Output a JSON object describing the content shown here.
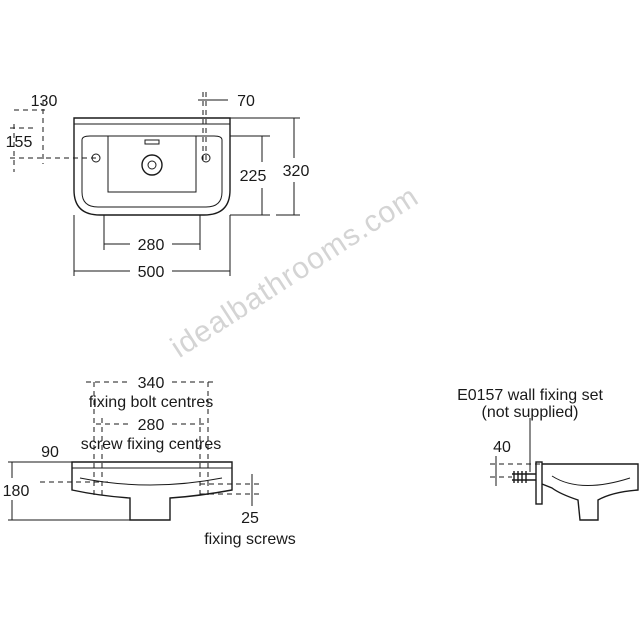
{
  "plan_view": {
    "tap_hole_offset_left": "130",
    "tap_hole_offset_right": "70",
    "tap_hole_depth": "155",
    "outlet_depth": "225",
    "overall_depth": "320",
    "fixing_centres": "280",
    "overall_width": "500"
  },
  "front_view": {
    "bolt_centres_value": "340",
    "bolt_centres_label": "fixing bolt centres",
    "screw_centres_value": "280",
    "screw_centres_label": "screw fixing centres",
    "height_to_fixing": "90",
    "overall_height": "180",
    "screw_offset_value": "25",
    "screw_offset_label": "fixing screws"
  },
  "side_view": {
    "fixing_set_line1": "E0157 wall fixing set",
    "fixing_set_line2": "(not supplied)",
    "fixing_height": "40"
  },
  "watermark": {
    "text": "idealbathrooms.com"
  }
}
